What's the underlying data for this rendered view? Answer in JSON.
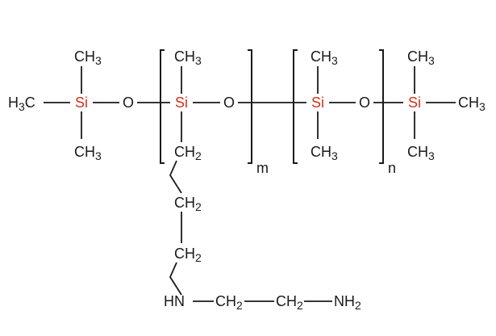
{
  "colors": {
    "atom": "#1a1a1a",
    "silicon": "#d0321e"
  },
  "atoms": {
    "si": "Si",
    "o": "O",
    "c": "C",
    "h": "H",
    "n": "N",
    "hn": "HN",
    "ch": "CH",
    "sub_2": "2",
    "sub_3": "3"
  },
  "repeat_units": {
    "m": "m",
    "n": "n"
  }
}
